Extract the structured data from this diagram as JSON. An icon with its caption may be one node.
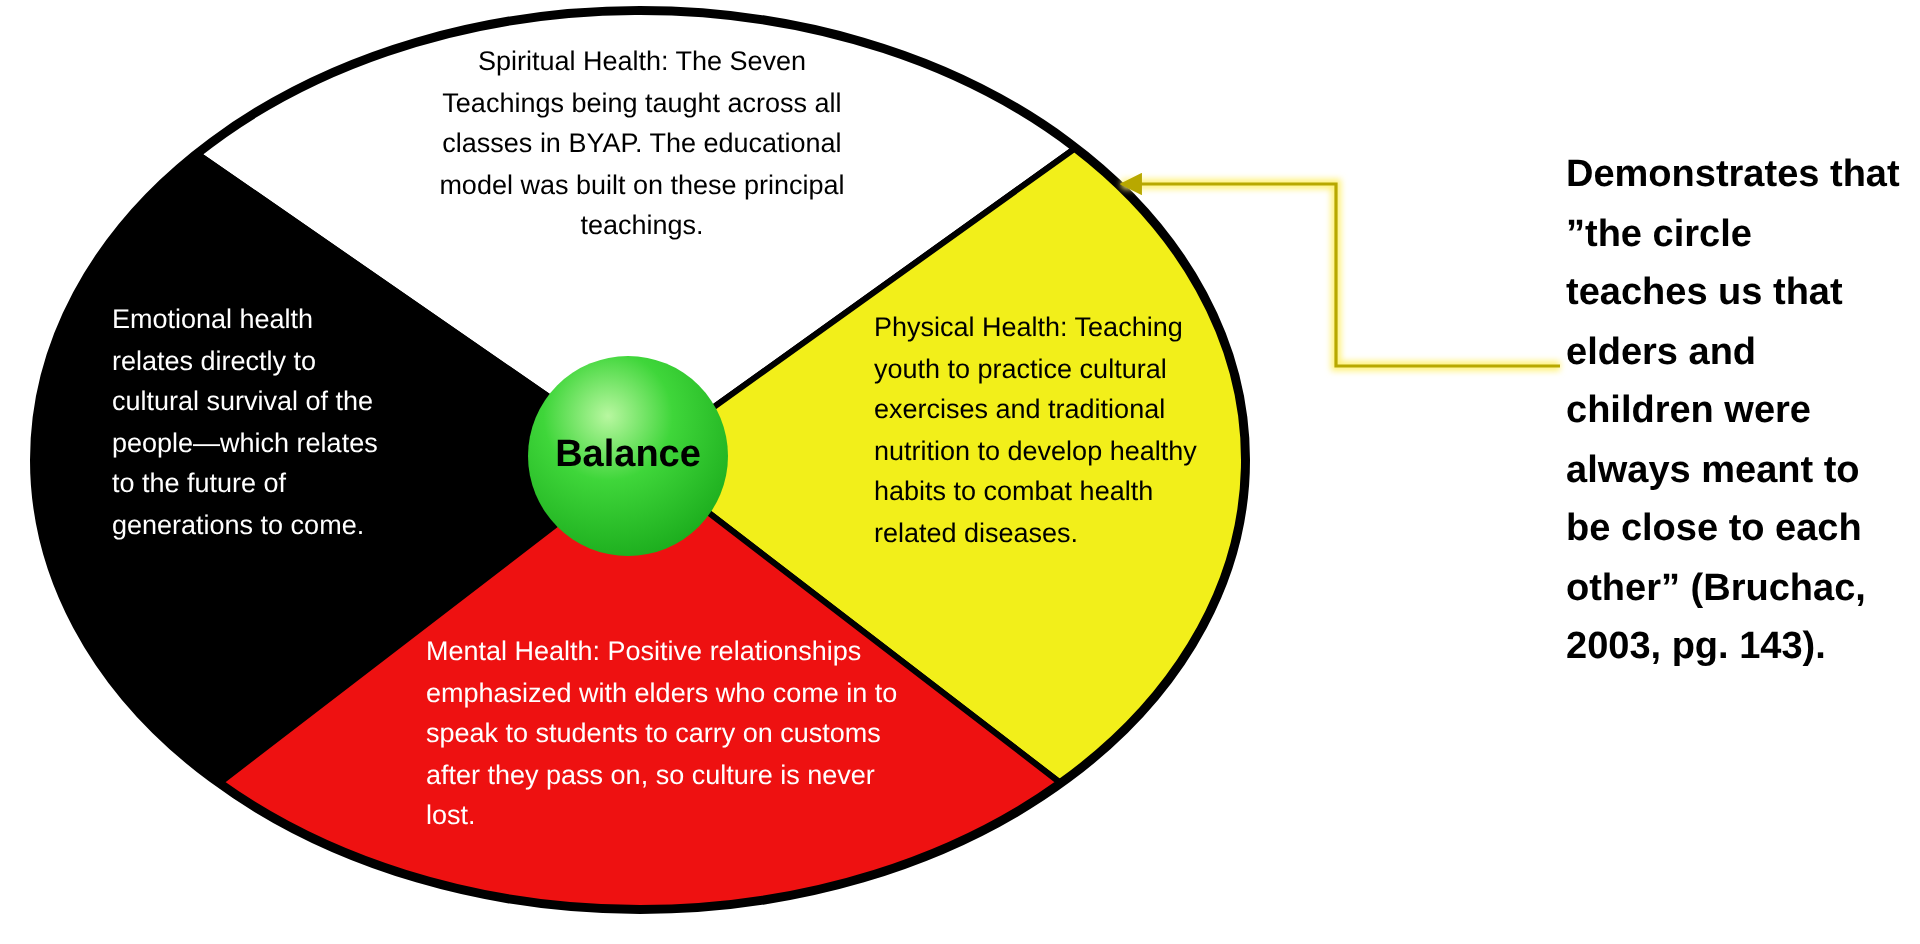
{
  "diagram": {
    "nodes": [
      {
        "text": [],
        "shape": "circle"
      },
      {
        "text": [
          "Spiritual Health: The Seven Teachings being taught across all classes in BYAP.  The educational model was built on these principal teachings."
        ],
        "in": 0
      },
      {
        "text": [
          "Emotional health relates directly to cultural survival of the people—which relates to the future of generations to come."
        ],
        "in": 0
      },
      {
        "text": [
          "Physical Health: Teaching youth to practice cultural exercises and traditional nutrition to develop healthy habits to combat health related diseases."
        ],
        "in": 0
      },
      {
        "text": [
          "Mental Health: Positive relationships emphasized with elders who come in to speak to students to carry on customs after they pass on, so culture is never lost."
        ],
        "in": 0
      },
      {
        "text": [
          "Balance"
        ],
        "in": 0
      },
      {
        "text": [
          "Demonstrates that ”the circle teaches us that elders and children were always meant to be close to each other” (Bruchac, 2003, pg. 143)."
        ]
      }
    ],
    "edges": [
      {
        "from": 6,
        "to": 0,
        "arrow": "to"
      }
    ]
  }
}
